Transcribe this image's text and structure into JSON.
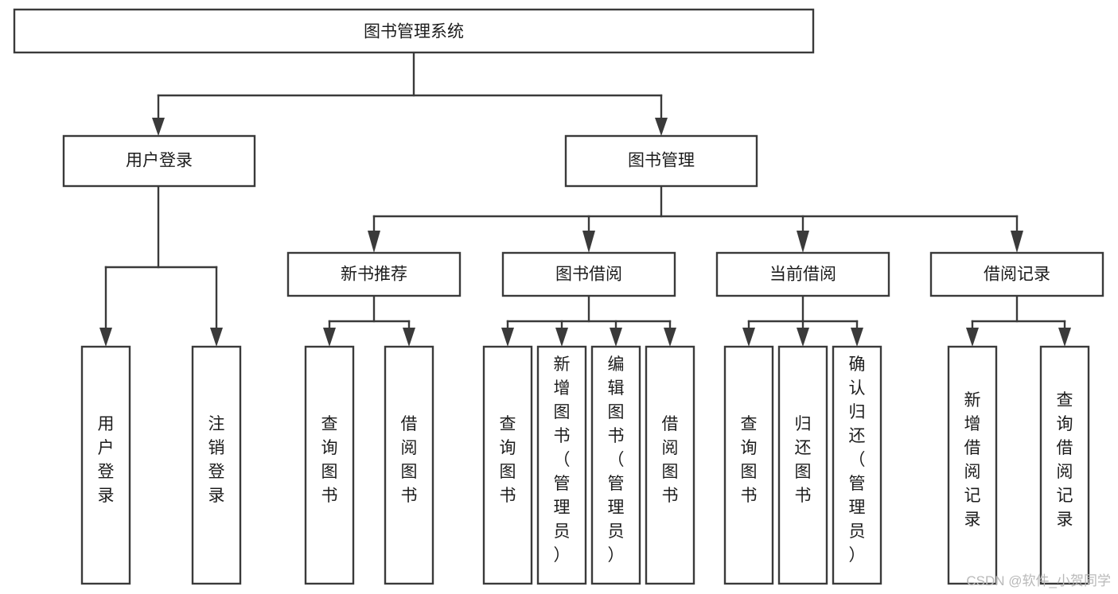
{
  "diagram": {
    "title": "图书管理系统",
    "type": "tree",
    "orientation": "top-down",
    "colors": {
      "stroke": "#3a3a3a",
      "box_fill": "#ffffff",
      "text": "#1c1c1c",
      "background": "#ffffff",
      "watermark": "#b9b9b9"
    },
    "root": {
      "label": "图书管理系统",
      "text_orientation": "horizontal"
    },
    "level2": [
      {
        "label": "用户登录",
        "text_orientation": "horizontal"
      },
      {
        "label": "图书管理",
        "text_orientation": "horizontal"
      }
    ],
    "level3": [
      {
        "label": "新书推荐",
        "text_orientation": "horizontal",
        "parent": "图书管理"
      },
      {
        "label": "图书借阅",
        "text_orientation": "horizontal",
        "parent": "图书管理"
      },
      {
        "label": "当前借阅",
        "text_orientation": "horizontal",
        "parent": "图书管理"
      },
      {
        "label": "借阅记录",
        "text_orientation": "horizontal",
        "parent": "图书管理"
      }
    ],
    "leaves": [
      {
        "label": "用户登录",
        "parent": "用户登录",
        "text_orientation": "vertical"
      },
      {
        "label": "注销登录",
        "parent": "用户登录",
        "text_orientation": "vertical"
      },
      {
        "label": "查询图书",
        "parent": "新书推荐",
        "text_orientation": "vertical"
      },
      {
        "label": "借阅图书",
        "parent": "新书推荐",
        "text_orientation": "vertical"
      },
      {
        "label": "查询图书",
        "parent": "图书借阅",
        "text_orientation": "vertical"
      },
      {
        "label": "新增图书（管理员）",
        "parent": "图书借阅",
        "text_orientation": "vertical"
      },
      {
        "label": "编辑图书（管理员）",
        "parent": "图书借阅",
        "text_orientation": "vertical"
      },
      {
        "label": "借阅图书",
        "parent": "图书借阅",
        "text_orientation": "vertical"
      },
      {
        "label": "查询图书",
        "parent": "当前借阅",
        "text_orientation": "vertical"
      },
      {
        "label": "归还图书",
        "parent": "当前借阅",
        "text_orientation": "vertical"
      },
      {
        "label": "确认归还（管理员）",
        "parent": "当前借阅",
        "text_orientation": "vertical"
      },
      {
        "label": "新增借阅记录",
        "parent": "借阅记录",
        "text_orientation": "vertical"
      },
      {
        "label": "查询借阅记录",
        "parent": "借阅记录",
        "text_orientation": "vertical"
      }
    ]
  },
  "watermark": {
    "text": "CSDN @软件_小贺同学"
  }
}
